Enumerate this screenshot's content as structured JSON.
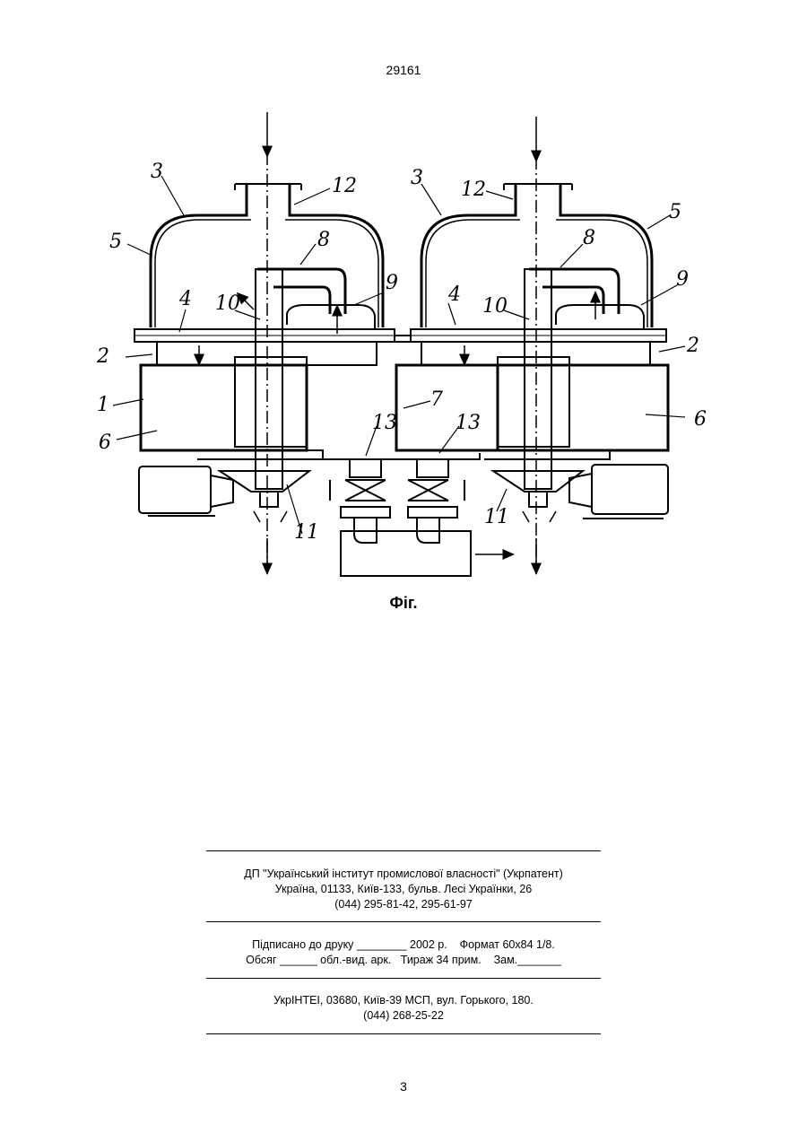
{
  "header": {
    "doc_number": "29161"
  },
  "figure": {
    "caption": "Фіг.",
    "callouts": {
      "c1": "1",
      "c2a": "2",
      "c2b": "2",
      "c3a": "3",
      "c3b": "3",
      "c4a": "4",
      "c4b": "4",
      "c5a": "5",
      "c5b": "5",
      "c6a": "6",
      "c6b": "6",
      "c7": "7",
      "c8a": "8",
      "c8b": "8",
      "c9a": "9",
      "c9b": "9",
      "c10a": "10",
      "c10b": "10",
      "c11a": "11",
      "c11b": "11",
      "c12a": "12",
      "c12b": "12",
      "c13a": "13",
      "c13b": "13"
    }
  },
  "imprint": {
    "publisher_line1": "ДП \"Український інститут промислової власності\" (Укрпатент)",
    "publisher_line2": "Україна, 01133, Київ-133, бульв. Лесі Українки, 26",
    "publisher_line3": "(044) 295-81-42, 295-61-97",
    "print_line1": "Підписано до друку ________ 2002 р.    Формат 60х84 1/8.",
    "print_line2": "Обсяг ______ обл.-вид. арк.   Тираж 34 прим.    Зам._______",
    "printer_line1": "УкрІНТЕІ, 03680, Київ-39 МСП, вул. Горького, 180.",
    "printer_line2": "(044) 268-25-22"
  },
  "footer": {
    "page_number": "3"
  }
}
